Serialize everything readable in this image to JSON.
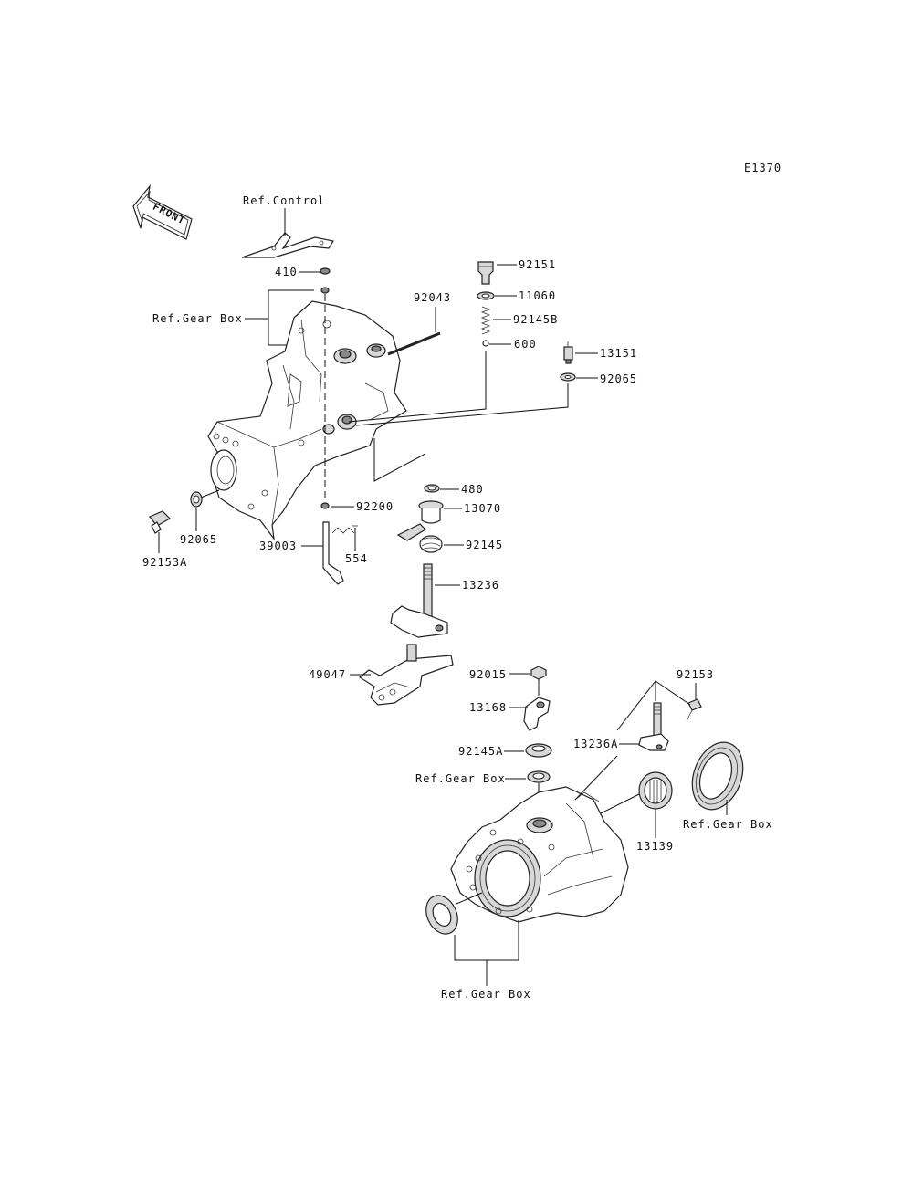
{
  "diagram_code": "E1370",
  "front_label": "FRONT",
  "labels": {
    "ref_control": "Ref.Control",
    "ref_gear_box_top": "Ref.Gear Box",
    "p410": "410",
    "p92151": "92151",
    "p11060": "11060",
    "p92145B": "92145B",
    "p600": "600",
    "p92043": "92043",
    "p13151": "13151",
    "p92065_right": "92065",
    "p480": "480",
    "p13070": "13070",
    "p92200": "92200",
    "p92065_left": "92065",
    "p92153A": "92153A",
    "p39003": "39003",
    "p554": "554",
    "p92145": "92145",
    "p13236": "13236",
    "p49047": "49047",
    "p92015": "92015",
    "p13168": "13168",
    "p92145A": "92145A",
    "ref_gear_box_mid": "Ref.Gear Box",
    "p92153": "92153",
    "p13236A": "13236A",
    "p13139": "13139",
    "ref_gear_box_right": "Ref.Gear Box",
    "ref_gear_box_bottom": "Ref.Gear Box"
  }
}
